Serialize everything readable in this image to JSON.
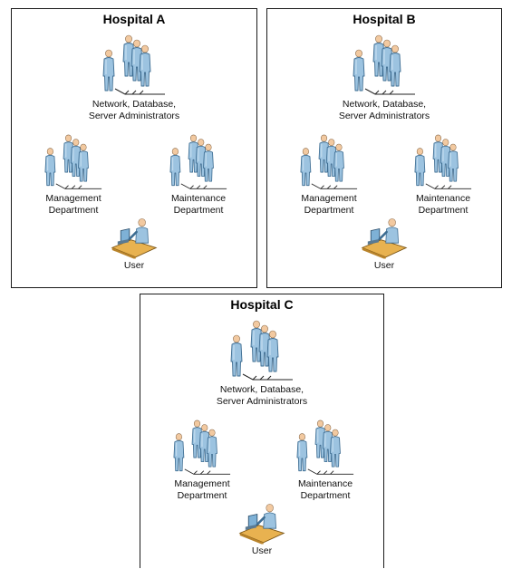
{
  "hospitals": [
    {
      "title": "Hospital A",
      "admins": {
        "line1": "Network, Database,",
        "line2": "Server Administrators"
      },
      "management": {
        "line1": "Management",
        "line2": "Department"
      },
      "maintenance": {
        "line1": "Maintenance",
        "line2": "Department"
      },
      "user": "User"
    },
    {
      "title": "Hospital B",
      "admins": {
        "line1": "Network, Database,",
        "line2": "Server Administrators"
      },
      "management": {
        "line1": "Management",
        "line2": "Department"
      },
      "maintenance": {
        "line1": "Maintenance",
        "line2": "Department"
      },
      "user": "User"
    },
    {
      "title": "Hospital C",
      "admins": {
        "line1": "Network, Database,",
        "line2": "Server Administrators"
      },
      "management": {
        "line1": "Management",
        "line2": "Department"
      },
      "maintenance": {
        "line1": "Maintenance",
        "line2": "Department"
      },
      "user": "User"
    }
  ],
  "icons": {
    "group": "people-group-icon",
    "user": "user-at-computer-icon"
  },
  "colors": {
    "figure_fill": "#9cc3e0",
    "figure_stroke": "#3d6c91",
    "head_fill": "#f2c9a0",
    "desk_fill": "#e8b250",
    "screen_fill": "#7eb1d6"
  }
}
